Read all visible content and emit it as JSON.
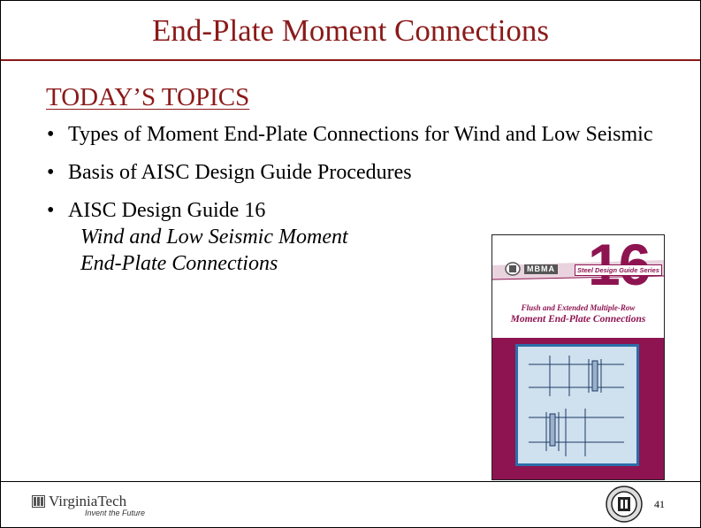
{
  "slide": {
    "title": "End-Plate Moment Connections",
    "subtitle": "TODAY’S TOPICS",
    "bullets": [
      "Types of Moment End-Plate Connections for Wind and Low Seismic",
      "Basis of AISC Design Guide Procedures",
      "AISC Design Guide 16"
    ],
    "bullet_marker": "•",
    "sub_lines": [
      "Wind and Low Seismic Moment",
      "End-Plate Connections"
    ]
  },
  "cover": {
    "number": "16",
    "series": "Steel Design Guide Series",
    "org": "MBMA",
    "subtitle_line1": "Flush and Extended Multiple-Row",
    "subtitle_line2": "Moment End-Plate Connections",
    "colors": {
      "maroon": "#8e1451",
      "art_bg": "#cfe0ee",
      "art_border": "#2c6ea8"
    }
  },
  "footer": {
    "logo_name": "VirginiaTech",
    "logo_tagline": "Invent the Future",
    "seal_icon": "aisc-seal-icon",
    "page_number": "41"
  },
  "colors": {
    "title": "#8b1a1a",
    "rule": "#8b1a1a"
  }
}
